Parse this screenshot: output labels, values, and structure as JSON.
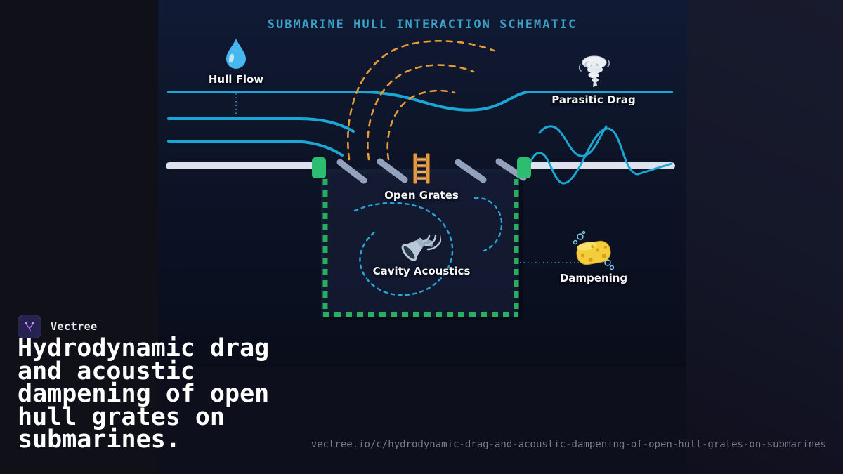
{
  "brand": {
    "name": "Vectree",
    "logo_icon": "vectree-logo-icon"
  },
  "headline": {
    "full": "Hydrodynamic drag and acoustic dampening of open hull grates on submarines.",
    "lines": [
      "Hydrodynamic drag",
      "and acoustic",
      "dampening of open",
      "hull grates on",
      "submarines."
    ]
  },
  "footer": {
    "url": "vectree.io/c/hydrodynamic-drag-and-acoustic-dampening-of-open-hull-grates-on-submarines"
  },
  "diagram": {
    "title": "SUBMARINE HULL INTERACTION SCHEMATIC",
    "labels": {
      "hull_flow": "Hull Flow",
      "parasitic_drag": "Parasitic Drag",
      "open_grates": "Open Grates",
      "cavity_acoustics": "Cavity Acoustics",
      "dampening": "Dampening"
    },
    "icons": {
      "hull_flow": "water-drop-icon",
      "parasitic_drag": "tornado-icon",
      "open_grates": "ladder-icon",
      "cavity_acoustics": "speaker-sound-waves-icon",
      "dampening": "sponge-icon"
    },
    "colors": {
      "title_text": "#3da0c5",
      "flow_line_teal": "#1aa7d3",
      "turbulence_dash_orange": "#e79b36",
      "hull_bar_light": "#dde2ec",
      "grate_slat_gray": "#93a1bc",
      "cavity_border_green": "#27ae60",
      "handle_green": "#2cbd70",
      "acoustic_swirl_cyan": "#27a5d6"
    }
  }
}
